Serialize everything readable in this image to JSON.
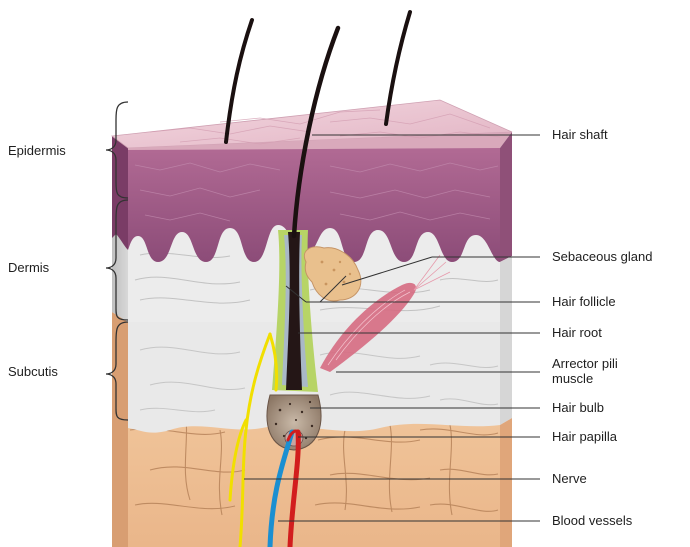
{
  "layers": [
    {
      "id": "epidermis",
      "label": "Epidermis"
    },
    {
      "id": "dermis",
      "label": "Dermis"
    },
    {
      "id": "subcutis",
      "label": "Subcutis"
    }
  ],
  "structures": [
    {
      "id": "hair-shaft",
      "label": "Hair shaft"
    },
    {
      "id": "sebaceous-gland",
      "label": "Sebaceous gland"
    },
    {
      "id": "hair-follicle",
      "label": "Hair follicle"
    },
    {
      "id": "hair-root",
      "label": "Hair root"
    },
    {
      "id": "arrector-pili",
      "label": "Arrector pili",
      "label2": "muscle"
    },
    {
      "id": "hair-bulb",
      "label": "Hair bulb"
    },
    {
      "id": "hair-papilla",
      "label": "Hair papilla"
    },
    {
      "id": "nerve",
      "label": "Nerve"
    },
    {
      "id": "blood-vessels",
      "label": "Blood vessels"
    }
  ],
  "colors": {
    "epidermis_top": "#ecc7d2",
    "epidermis_front": "#a85d8c",
    "dermis": "#ececec",
    "subcutis_fat": "#f0c49a",
    "nerve": "#f1df00",
    "artery": "#d21d1d",
    "vein": "#1b8fd1",
    "follicle": "#b7d466",
    "hair": "#1a1010",
    "gland": "#e9c08d",
    "muscle": "#d66b82"
  }
}
